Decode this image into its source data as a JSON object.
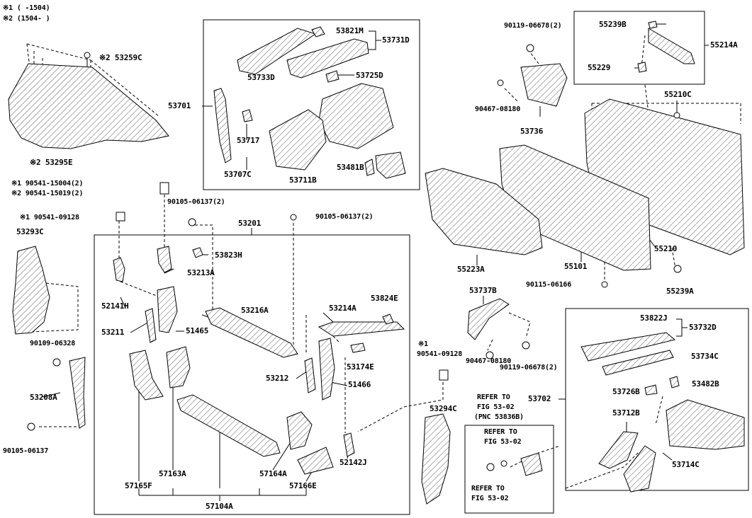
{
  "legend": {
    "note1": "※1 (     -1504)",
    "note2": "※2 (1504-      )"
  },
  "parts": {
    "p53259C": "※2 53259C",
    "p53295E": "※2 53295E",
    "b1_90541_15004": "※1 90541-15004(2)",
    "b2_90541_15019": "※2 90541-15019(2)",
    "b1_90541_09128": "※1 90541-09128",
    "p53293C": "53293C",
    "p90109_06328": "90109-06328",
    "p53208A": "53208A",
    "p90105_06137_left": "90105-06137",
    "p53701": "53701",
    "p53821M": "53821M",
    "p53731D": "53731D",
    "p53733D": "53733D",
    "p53725D": "53725D",
    "p53717": "53717",
    "p53707C": "53707C",
    "p53711B": "53711B",
    "p53481B_top": "53481B",
    "p90105_06137_a": "90105-06137(2)",
    "p90105_06137_b": "90105-06137(2)",
    "p53201": "53201",
    "p53823H": "53823H",
    "p53213A": "53213A",
    "p52141H": "52141H",
    "p53216A": "53216A",
    "p53214A": "53214A",
    "p53824E": "53824E",
    "p53211": "53211",
    "p51465": "51465",
    "p53174E": "53174E",
    "p53212": "53212",
    "p51466": "51466",
    "p57165F": "57165F",
    "p57163A": "57163A",
    "p57164A": "57164A",
    "p57166E": "57166E",
    "p57104A": "57104A",
    "p52142J": "52142J",
    "p90119_06678_top": "90119-06678(2)",
    "p90467_08180_top": "90467-08180",
    "p53736": "53736",
    "p55239B": "55239B",
    "p55214A": "55214A",
    "p55229": "55229",
    "p55210C": "55210C",
    "p55210": "55210",
    "p55223A": "55223A",
    "p55101": "55101",
    "p90115_06166": "90115-06166",
    "p55239A": "55239A",
    "p53737B": "53737B",
    "b1_90541_09128_right_mark": "※1",
    "p90541_09128_right": "90541-09128",
    "p90467_08180_mid": "90467-08180",
    "p90119_06678_mid": "90119-06678(2)",
    "p53294C": "53294C",
    "ref1_a": "REFER TO",
    "ref1_b": "FIG 53-02",
    "ref1_c": "(PNC 53836B)",
    "ref2_a": "REFER TO",
    "ref2_b": "FIG 53-02",
    "ref3_a": "REFER TO",
    "ref3_b": "FIG 53-02",
    "p53822J": "53822J",
    "p53732D": "53732D",
    "p53734C": "53734C",
    "p53702": "53702",
    "p53726B": "53726B",
    "p53482B": "53482B",
    "p53712B": "53712B",
    "p53714C": "53714C"
  },
  "colors": {
    "ink": "#000000",
    "paper": "#ffffff",
    "shade": "#d9d9d9"
  }
}
